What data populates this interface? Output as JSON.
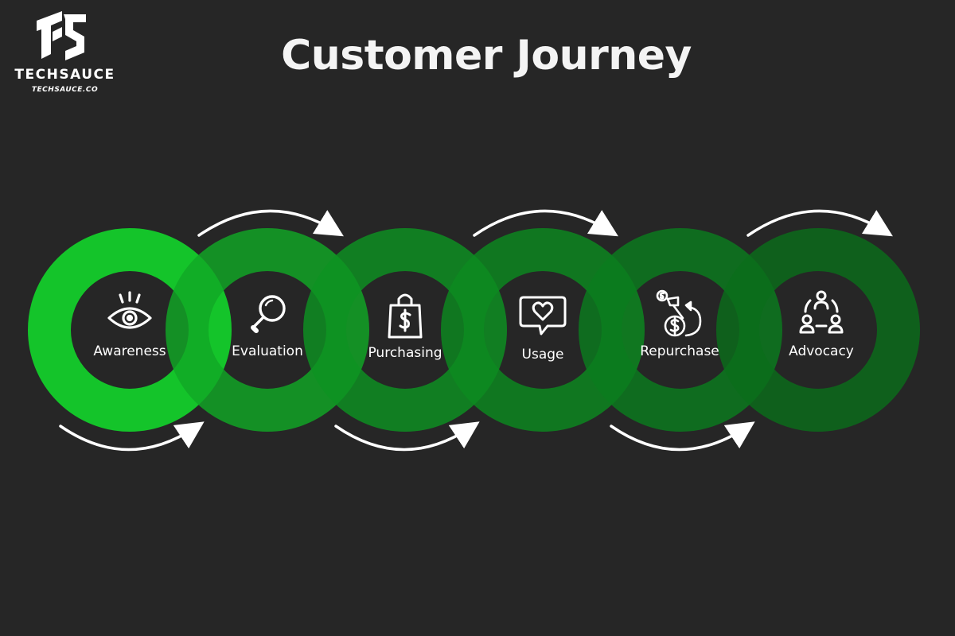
{
  "brand": {
    "name": "TECHSAUCE",
    "url": "TECHSAUCE.CO"
  },
  "title": "Customer Journey",
  "colors": {
    "background": "#262626",
    "rings": [
      "#14c42a",
      "#11a826",
      "#0e9222",
      "#0c8a20",
      "#0b7d1e",
      "#0b6e1b"
    ],
    "arrow": "#ffffff"
  },
  "stages": [
    {
      "label": "Awareness",
      "icon": "eye-icon"
    },
    {
      "label": "Evaluation",
      "icon": "magnifier-icon"
    },
    {
      "label": "Purchasing",
      "icon": "shopping-bag-dollar-icon"
    },
    {
      "label": "Usage",
      "icon": "heart-speech-bubble-icon"
    },
    {
      "label": "Repurchase",
      "icon": "money-cycle-icon"
    },
    {
      "label": "Advocacy",
      "icon": "people-network-icon"
    }
  ]
}
